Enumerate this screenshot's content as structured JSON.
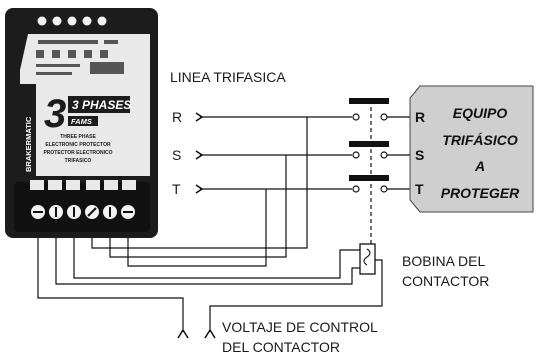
{
  "colors": {
    "device_body": "#1c1c1c",
    "device_panel": "#e9e9e9",
    "equipment_fill": "#cfcfcf",
    "wire": "#111111",
    "background": "#ffffff"
  },
  "device": {
    "brand_text": "BRAKERMATIC",
    "logo_text": "3 PHASES",
    "logo_subtext": "FAMS",
    "description_lines": [
      "THREE PHASE",
      "ELECTRONIC PROTECTOR",
      "PROTECTOR ELECTRONICO",
      "TRIFASICO"
    ],
    "terminal_icon": "screw-terminal-icon"
  },
  "line_label": "LINEA TRIFASICA",
  "phases": [
    "R",
    "S",
    "T"
  ],
  "equipment": {
    "lines": [
      "EQUIPO",
      "TRIFÁSICO",
      "A",
      "PROTEGER"
    ],
    "terminals": [
      "R",
      "S",
      "T"
    ]
  },
  "coil_label": [
    "BOBINA DEL",
    "CONTACTOR"
  ],
  "control_label": [
    "VOLTAJE DE CONTROL",
    "DEL CONTACTOR"
  ]
}
